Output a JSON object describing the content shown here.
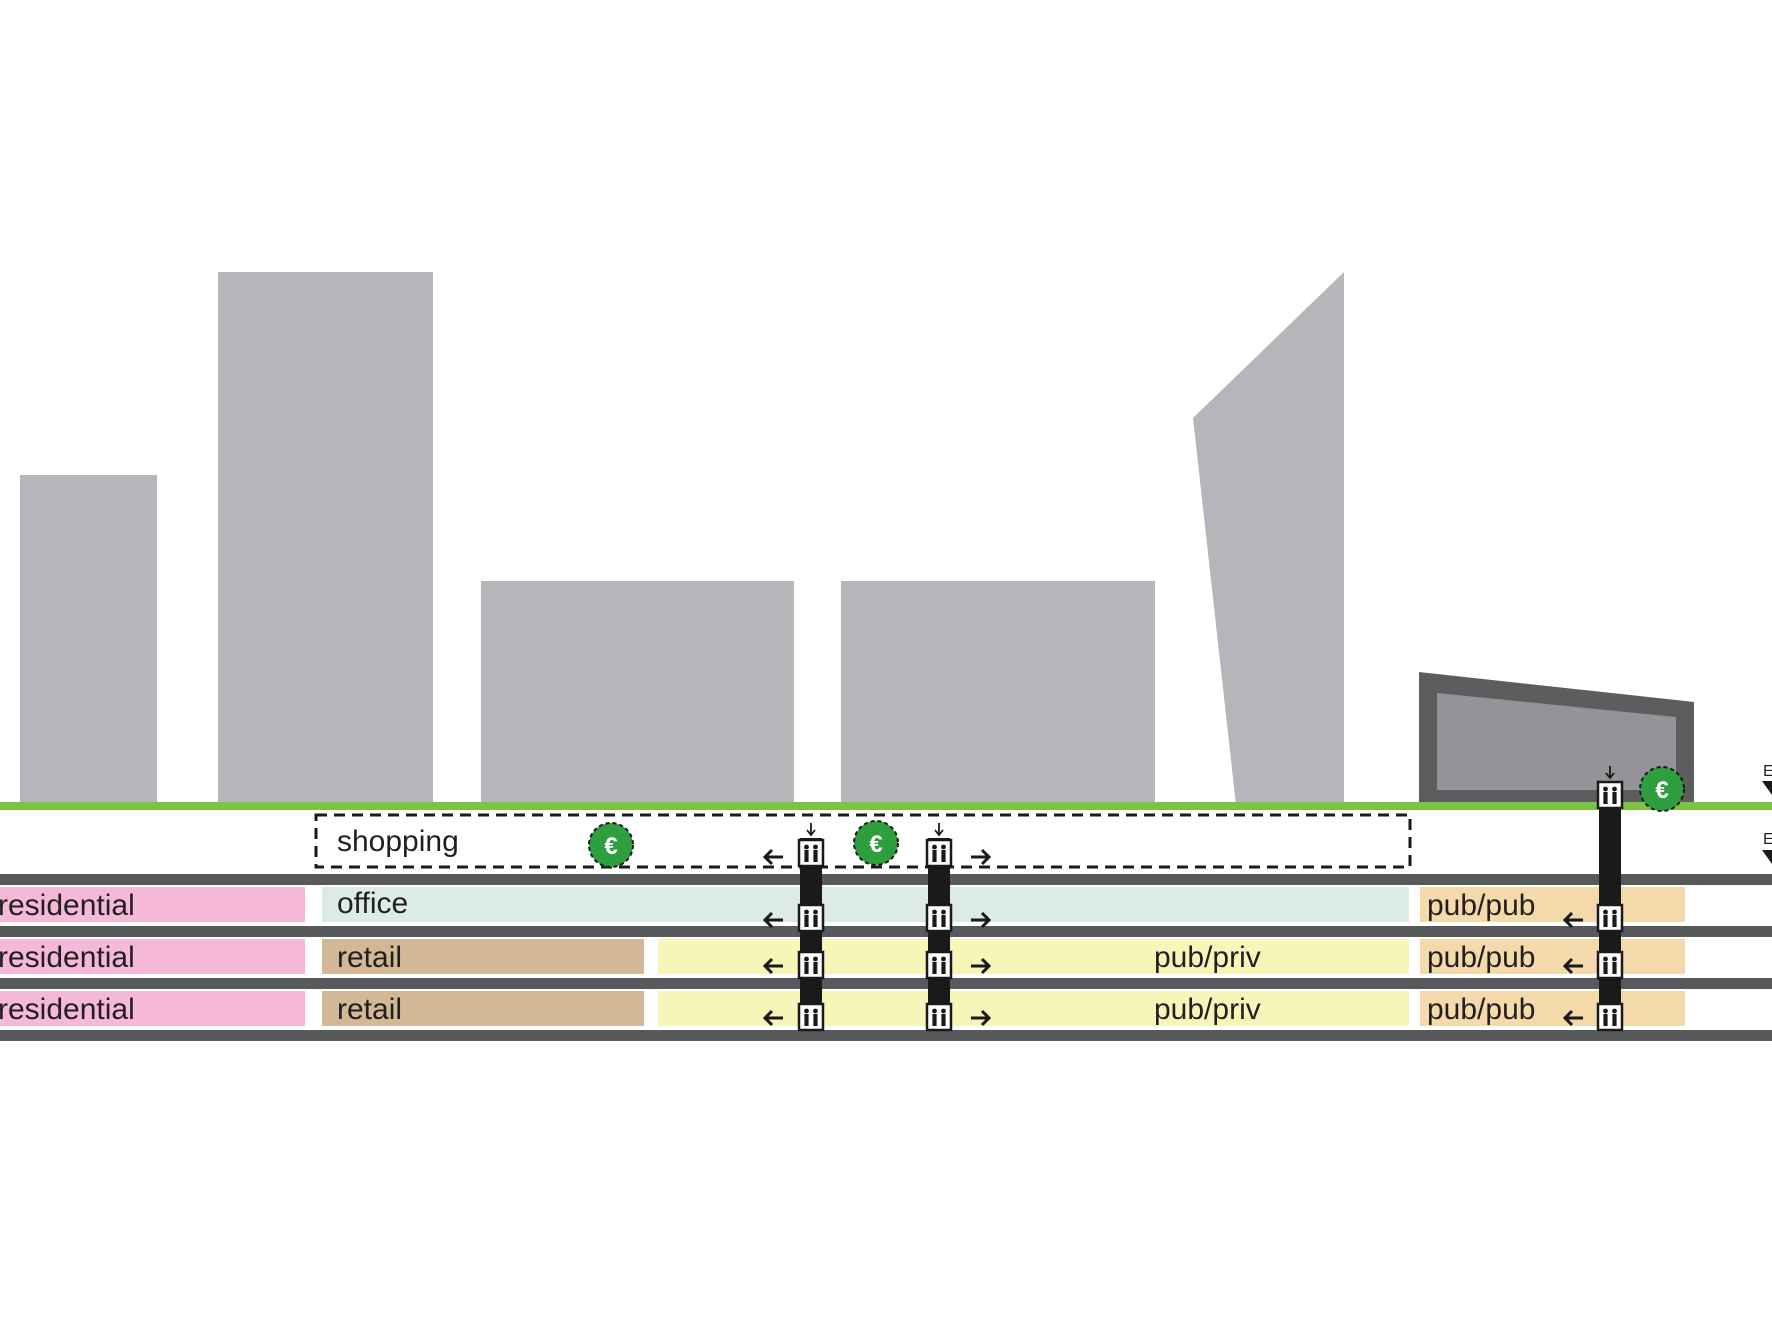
{
  "labels": {
    "shopping": "shopping",
    "residential": "residential",
    "office": "office",
    "retail": "retail",
    "pub_priv": "pub/priv",
    "pub_pub": "pub/pub",
    "euro": "€",
    "edge_mark": "E"
  },
  "colors": {
    "background": "#ffffff",
    "building": "#b5b5ba",
    "pavilion_frame": "#5d5d5f",
    "pavilion_fill": "#949498",
    "ground_line": "#7dc242",
    "slab": "#58595b",
    "residential": "#f6b8d9",
    "office": "#dcebe6",
    "retail": "#d3b896",
    "pub_priv": "#f7f5b8",
    "pub_pub": "#f4d9ab",
    "euro_badge": "#2e9e3e",
    "core": "#1a1a1a",
    "text": "#231f20"
  }
}
